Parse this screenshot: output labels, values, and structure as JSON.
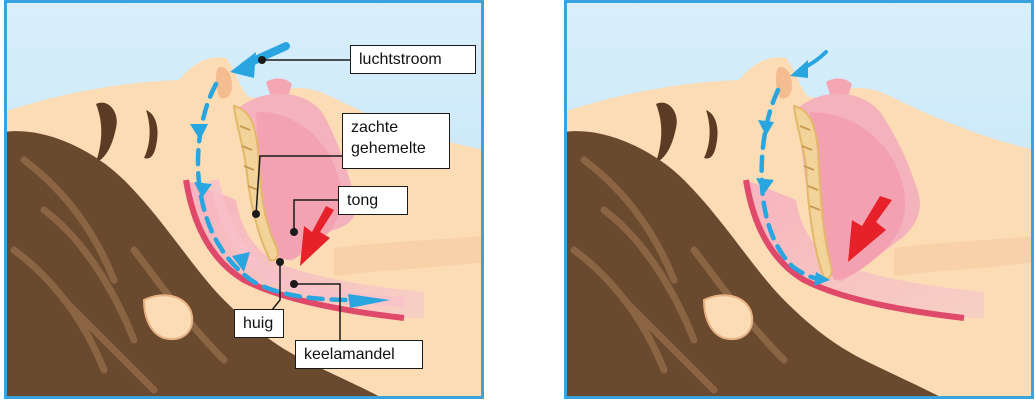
{
  "figure": {
    "left_panel": {
      "labels": {
        "airflow": "luchtstroom",
        "soft_palate_line1": "zachte",
        "soft_palate_line2": "gehemelte",
        "tongue": "tong",
        "uvula": "huig",
        "tonsil": "keelamandel"
      }
    }
  },
  "colors": {
    "skin": "#fbdcb5",
    "skin_shadow": "#f3c597",
    "sky_top": "#d6eefa",
    "sky_bottom": "#bfe3f6",
    "frame": "#3aa3db",
    "hair": "#6a4a2f",
    "airway_dark": "#e04a6a",
    "airway_light": "#f6aab7",
    "bone": "#f2d49a",
    "airflow": "#29a6e0",
    "obstruction": "#e6212a"
  },
  "icons": [
    "airflow-arrow",
    "obstruction-arrow"
  ]
}
